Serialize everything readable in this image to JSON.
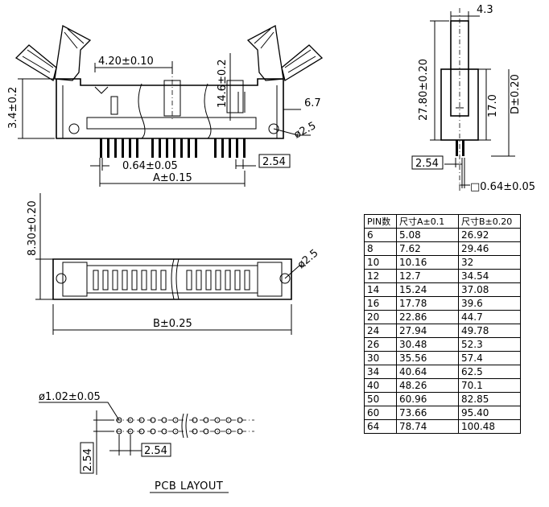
{
  "front_view": {
    "dim_pitch_top": "4.20±0.10",
    "dim_height_left": "3.4±0.2",
    "dim_height_center": "14.6±0.2",
    "dim_right": "6.7",
    "dim_hole": "ø2.5",
    "dim_pin_width": "0.64±0.05",
    "dim_pitch": "2.54",
    "dim_a": "A±0.15"
  },
  "side_view": {
    "dim_width": "4.3",
    "dim_total_height": "27.80±0.20",
    "dim_body_height": "17.0",
    "dim_d": "D±0.20",
    "dim_pitch": "2.54",
    "dim_pin": "□0.64±0.05"
  },
  "top_view": {
    "dim_depth": "8.30±0.20",
    "dim_hole": "ø2.5",
    "dim_b": "B±0.25"
  },
  "pcb_layout": {
    "dim_hole_dia": "ø1.02±0.05",
    "dim_pitch_h": "2.54",
    "dim_pitch_v": "2.54",
    "title": "PCB LAYOUT"
  },
  "pin_table": {
    "headers": [
      "PIN数",
      "尺寸A±0.1",
      "尺寸B±0.20"
    ],
    "rows": [
      [
        "6",
        "5.08",
        "26.92"
      ],
      [
        "8",
        "7.62",
        "29.46"
      ],
      [
        "10",
        "10.16",
        "32"
      ],
      [
        "12",
        "12.7",
        "34.54"
      ],
      [
        "14",
        "15.24",
        "37.08"
      ],
      [
        "16",
        "17.78",
        "39.6"
      ],
      [
        "20",
        "22.86",
        "44.7"
      ],
      [
        "24",
        "27.94",
        "49.78"
      ],
      [
        "26",
        "30.48",
        "52.3"
      ],
      [
        "30",
        "35.56",
        "57.4"
      ],
      [
        "34",
        "40.64",
        "62.5"
      ],
      [
        "40",
        "48.26",
        "70.1"
      ],
      [
        "50",
        "60.96",
        "82.85"
      ],
      [
        "60",
        "73.66",
        "95.40"
      ],
      [
        "64",
        "78.74",
        "100.48"
      ]
    ]
  }
}
